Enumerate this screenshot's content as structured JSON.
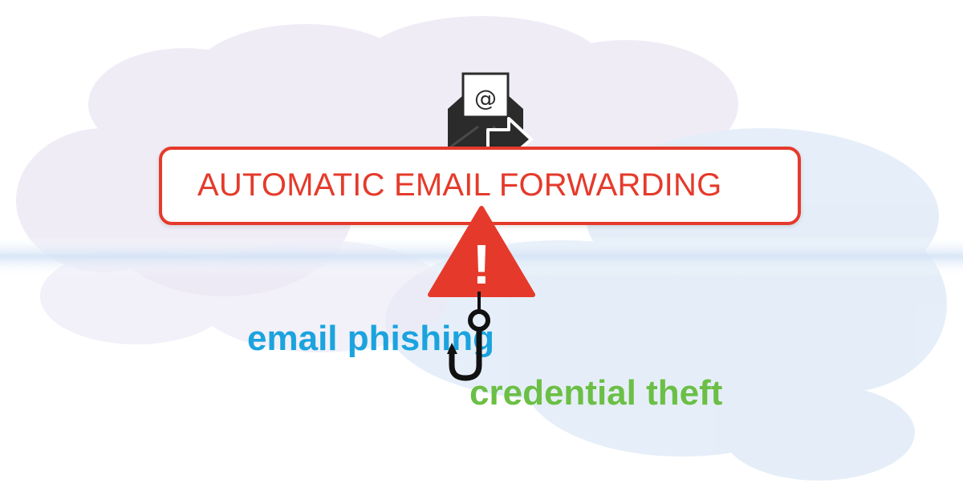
{
  "title": "AUTOMATIC EMAIL FORWARDING",
  "envelope_symbol": "@",
  "warning_symbol": "!",
  "label_phishing": "email phishing",
  "label_theft": "credential theft",
  "icons": [
    "envelope-forward-icon",
    "warning-triangle-icon",
    "fishing-hook-icon"
  ],
  "colors": {
    "accent_red": "#e53a2b",
    "phishing_blue": "#1ba3de",
    "theft_green": "#6bbf45",
    "icon_dark": "#2b2b2b"
  }
}
